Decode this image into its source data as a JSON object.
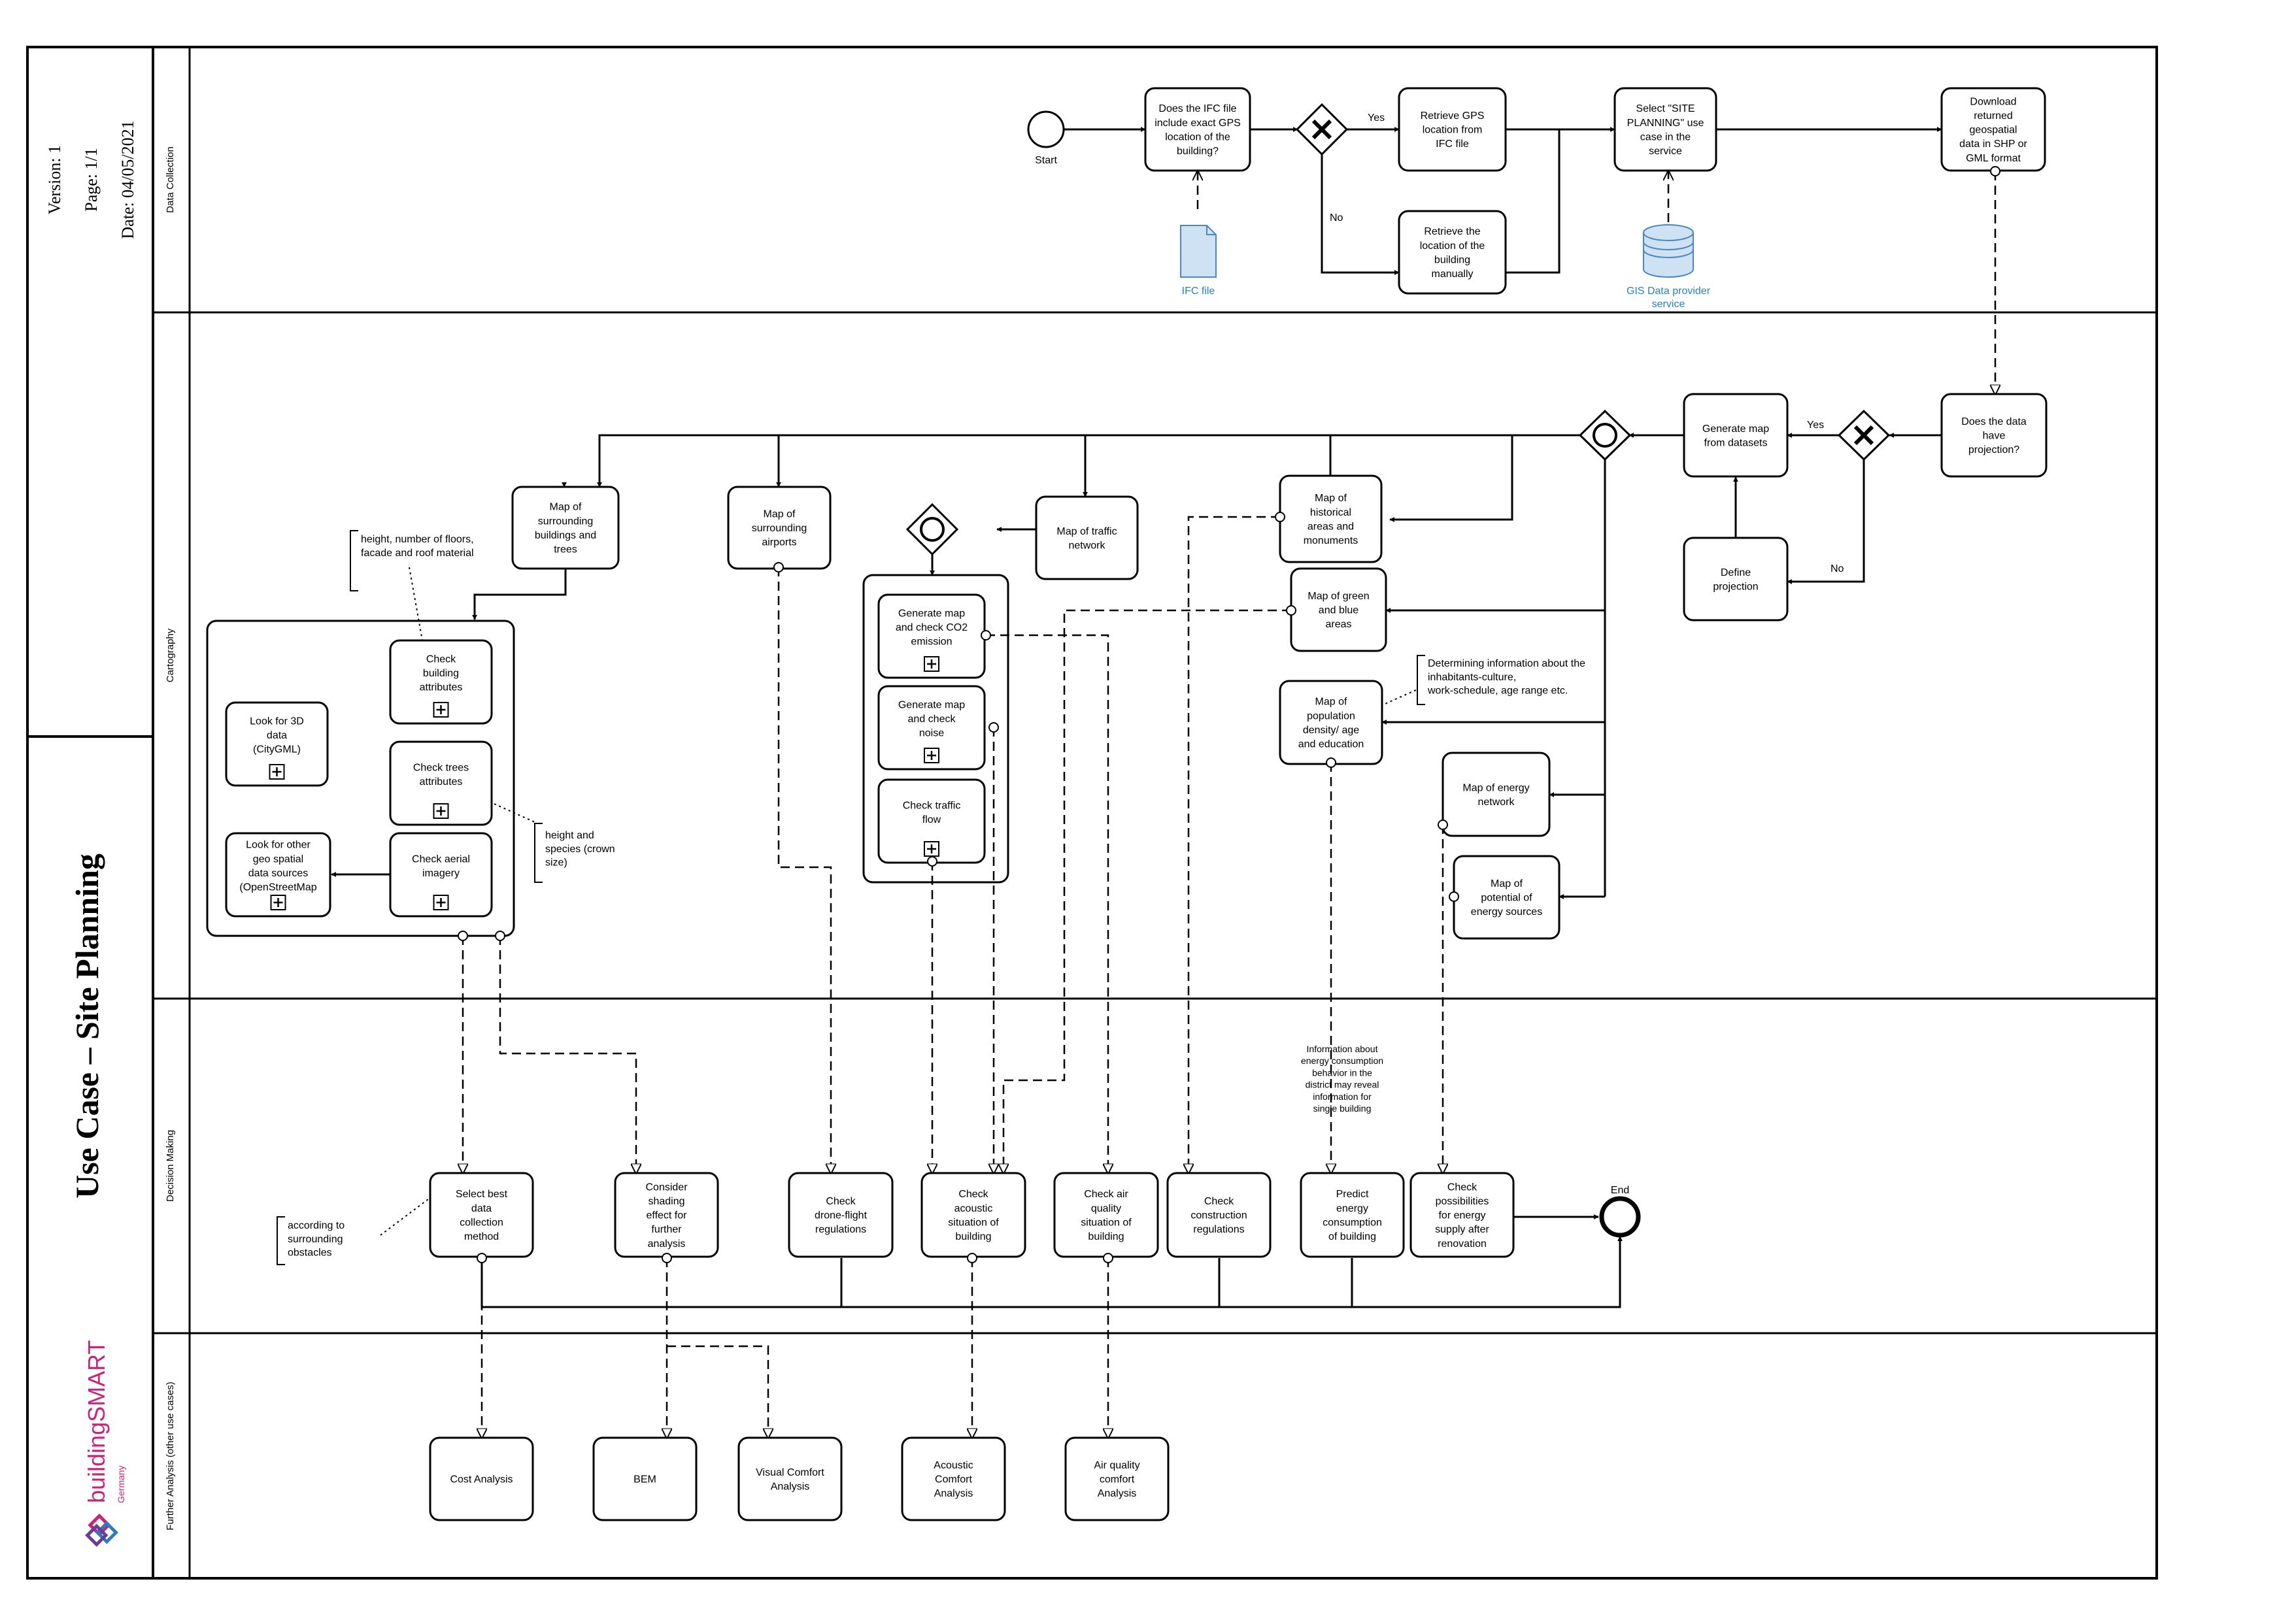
{
  "header": {
    "version": "Version: 1",
    "page": "Page: 1/1",
    "date": "Date: 04/05/2021",
    "title": "Use Case – Site Planning",
    "logo_text": "buildingSMART",
    "logo_sub": "Germany"
  },
  "lanes": [
    "Data Collection",
    "Cartography",
    "Decision Making",
    "Further Analysis (other use cases)"
  ],
  "tasks": {
    "ifc_question": "Does the IFC file include exact GPS location of the building?",
    "retrieve_gps": "Retrieve GPS location from IFC file",
    "retrieve_manual": "Retrieve the location of the building manually",
    "select_site": "Select \"SITE PLANNING\" use case in the service",
    "download": "Download returned geospatial data in SHP or GML format",
    "projection_q": "Does the data have projection?",
    "generate_map": "Generate map from datasets",
    "define_projection": "Define projection",
    "map_buildings": "Map of surrounding buildings and trees",
    "map_airports": "Map of surrounding airports",
    "map_traffic": "Map of traffic network",
    "map_historical": "Map of historical areas and monuments",
    "map_green": "Map of green and blue areas",
    "map_population": "Map of population density/ age and education",
    "map_energy_network": "Map of energy network",
    "map_energy_potential": "Map of potential of energy sources",
    "check_building_attr": "Check building attributes",
    "check_trees_attr": "Check trees attributes",
    "check_aerial": "Check aerial imagery",
    "look_3d": "Look for 3D data (CityGML)",
    "look_other": "Look for other geo spatial data sources (OpenStreetMap",
    "gen_co2": "Generate map and check CO2 emission",
    "gen_noise": "Generate map and check noise",
    "check_traffic_flow": "Check traffic flow",
    "select_best": "Select best data collection method",
    "consider_shading": "Consider shading effect for further analysis",
    "check_drone": "Check drone-flight regulations",
    "check_acoustic": "Check acoustic situation of building",
    "check_air": "Check air quality situation of building",
    "check_construction": "Check construction regulations",
    "predict_energy": "Predict energy consumption of building",
    "check_energy_supply": "Check possibilities for energy supply after renovation",
    "cost_analysis": "Cost Analysis",
    "bem": "BEM",
    "visual_comfort": "Visual Comfort Analysis",
    "acoustic_comfort": "Acoustic Comfort Analysis",
    "air_comfort": "Air quality comfort Analysis"
  },
  "events": {
    "start": "Start",
    "end": "End"
  },
  "data_objects": {
    "ifc_file": "IFC file",
    "gis_service": "GIS Data provider service"
  },
  "edge_labels": {
    "yes": "Yes",
    "no": "No"
  },
  "annotations": {
    "building_attr": "height, number of floors, facade and roof material",
    "trees_attr": "height and species (crown size)",
    "obstacles": "according to surrounding obstacles",
    "inhabitants": "Determining information about the inhabitants-culture, work-schedule, age range etc.",
    "energy_info": "Information about energy consumption behavior in the district may reveal information for single building"
  },
  "colors": {
    "line": "#000000",
    "data_object_fill": "#cfe2f3",
    "data_object_stroke": "#4a86c5",
    "data_label": "#2a7fc0",
    "logo_magenta": "#c8247a",
    "logo_blue": "#2e7bbf",
    "logo_purple": "#6a3d8f"
  }
}
